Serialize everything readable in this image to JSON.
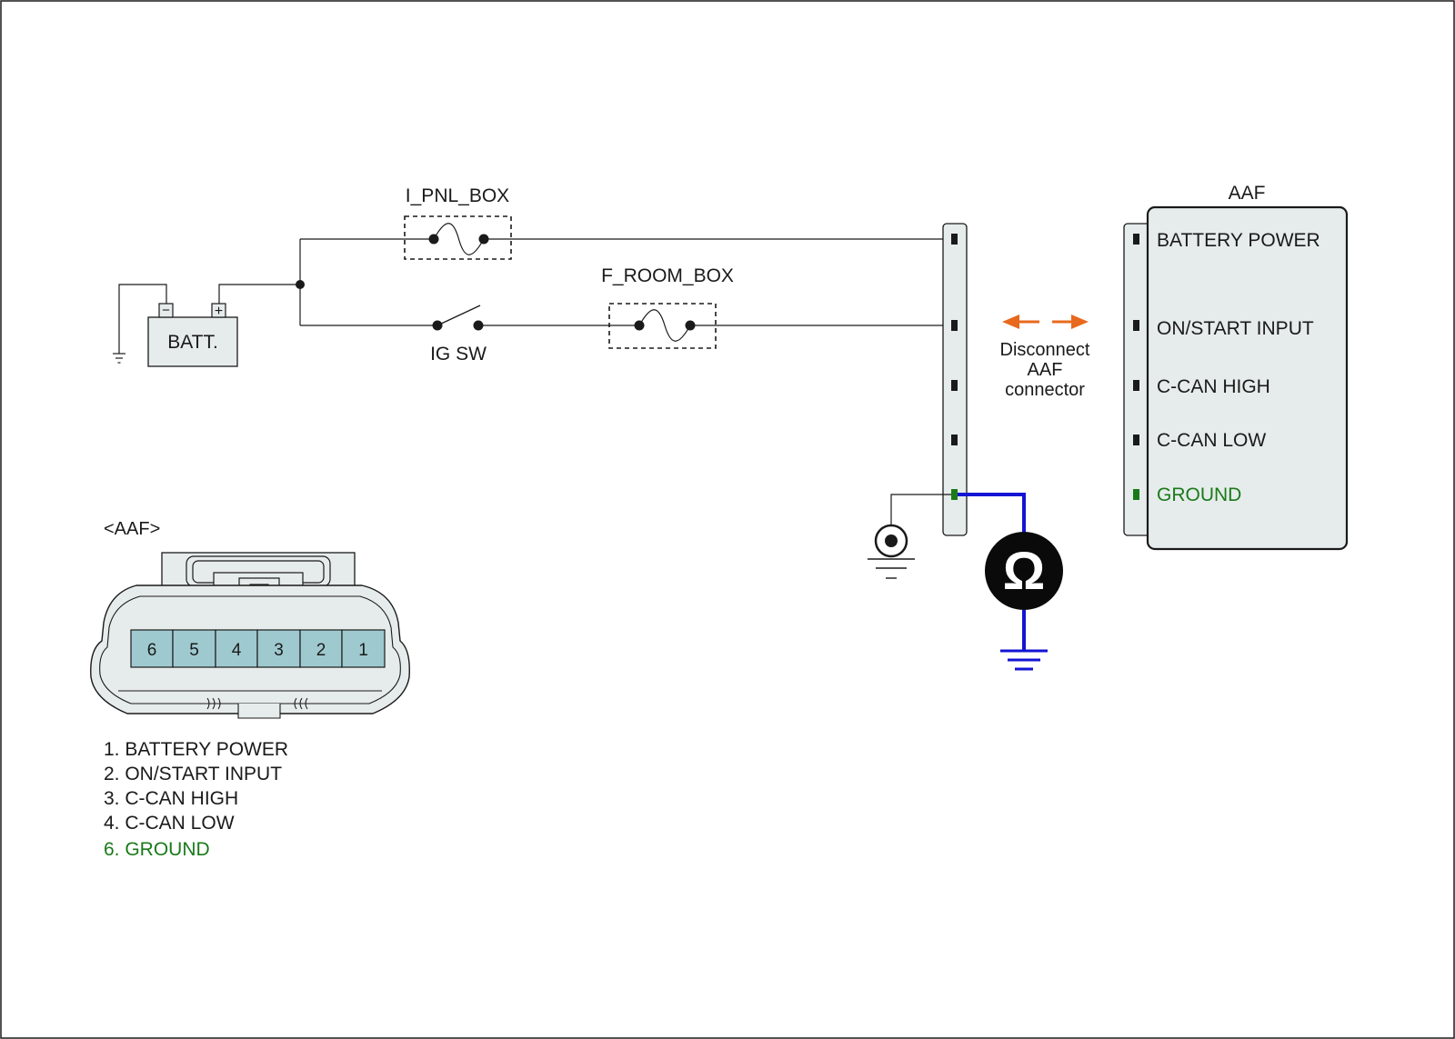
{
  "colors": {
    "line": "#1a1a1a",
    "ground_green": "#1a7a1a",
    "meter_blue": "#1414d4",
    "arrow_orange": "#e8691e",
    "module_fill": "#e6eceb",
    "pin_fill": "#9ec9cf"
  },
  "labels": {
    "i_pnl_box": "I_PNL_BOX",
    "f_room_box": "F_ROOM_BOX",
    "ig_sw": "IG SW",
    "batt": "BATT.",
    "batt_minus": "−",
    "batt_plus": "+",
    "aaf_title": "AAF",
    "connector_title": "<AAF>",
    "ohm_symbol": "Ω"
  },
  "disconnect_note": [
    "Disconnect",
    "AAF",
    "connector"
  ],
  "module_pins": [
    {
      "label": "BATTERY POWER",
      "highlight": false
    },
    {
      "label": "ON/START INPUT",
      "highlight": false
    },
    {
      "label": "C-CAN HIGH",
      "highlight": false
    },
    {
      "label": "C-CAN LOW",
      "highlight": false
    },
    {
      "label": "GROUND",
      "highlight": true
    }
  ],
  "connector_pins": [
    "6",
    "5",
    "4",
    "3",
    "2",
    "1"
  ],
  "pin_legend": [
    {
      "text": "1. BATTERY POWER",
      "highlight": false
    },
    {
      "text": "2. ON/START INPUT",
      "highlight": false
    },
    {
      "text": "3. C-CAN HIGH",
      "highlight": false
    },
    {
      "text": "4. C-CAN LOW",
      "highlight": false
    },
    {
      "text": "6. GROUND",
      "highlight": true
    }
  ]
}
